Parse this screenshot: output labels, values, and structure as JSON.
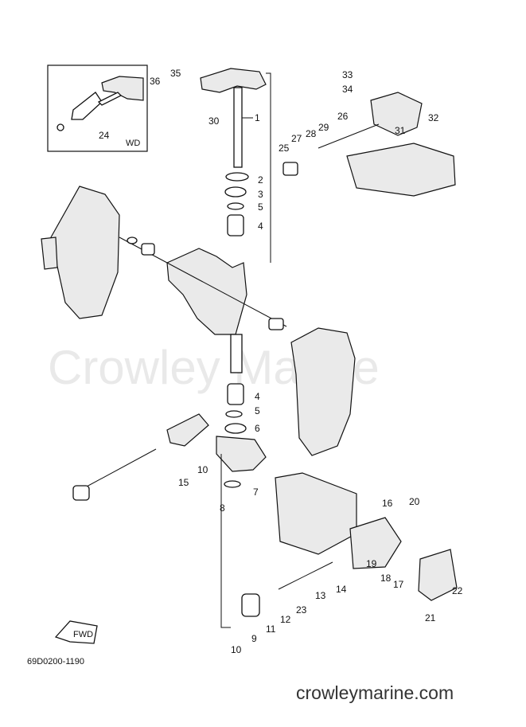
{
  "watermark": "Crowley Marine",
  "footer_url": "crowleymarine.com",
  "diagram_code": "69D0200-1190",
  "inset_label": "WD",
  "fwd_label": "FWD",
  "callouts": [
    {
      "id": "c1",
      "text": "1"
    },
    {
      "id": "c2",
      "text": "2"
    },
    {
      "id": "c3",
      "text": "3"
    },
    {
      "id": "c5a",
      "text": "5"
    },
    {
      "id": "c4a",
      "text": "4"
    },
    {
      "id": "c4b",
      "text": "4"
    },
    {
      "id": "c5b",
      "text": "5"
    },
    {
      "id": "c6",
      "text": "6"
    },
    {
      "id": "c7",
      "text": "7"
    },
    {
      "id": "c8",
      "text": "8"
    },
    {
      "id": "c9",
      "text": "9"
    },
    {
      "id": "c10a",
      "text": "10"
    },
    {
      "id": "c10b",
      "text": "10"
    },
    {
      "id": "c11",
      "text": "11"
    },
    {
      "id": "c12",
      "text": "12"
    },
    {
      "id": "c13",
      "text": "13"
    },
    {
      "id": "c14",
      "text": "14"
    },
    {
      "id": "c15",
      "text": "15"
    },
    {
      "id": "c16",
      "text": "16"
    },
    {
      "id": "c17",
      "text": "17"
    },
    {
      "id": "c18",
      "text": "18"
    },
    {
      "id": "c19",
      "text": "19"
    },
    {
      "id": "c20",
      "text": "20"
    },
    {
      "id": "c21",
      "text": "21"
    },
    {
      "id": "c22",
      "text": "22"
    },
    {
      "id": "c23",
      "text": "23"
    },
    {
      "id": "c24",
      "text": "24"
    },
    {
      "id": "c25",
      "text": "25"
    },
    {
      "id": "c26",
      "text": "26"
    },
    {
      "id": "c27",
      "text": "27"
    },
    {
      "id": "c28",
      "text": "28"
    },
    {
      "id": "c29",
      "text": "29"
    },
    {
      "id": "c30",
      "text": "30"
    },
    {
      "id": "c31",
      "text": "31"
    },
    {
      "id": "c32",
      "text": "32"
    },
    {
      "id": "c33",
      "text": "33"
    },
    {
      "id": "c34",
      "text": "34"
    },
    {
      "id": "c35",
      "text": "35"
    },
    {
      "id": "c36",
      "text": "36"
    }
  ]
}
